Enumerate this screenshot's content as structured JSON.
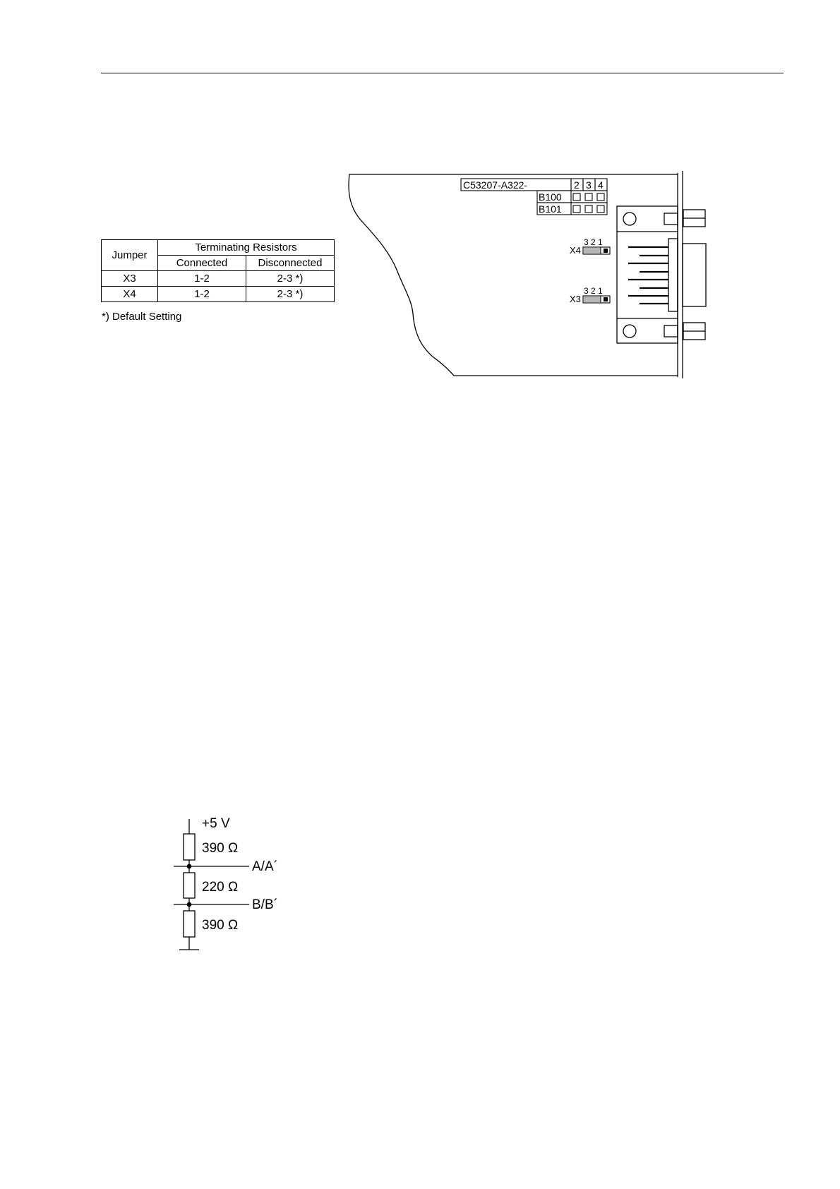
{
  "jumper_table": {
    "header_jumper": "Jumper",
    "header_group": "Terminating Resistors",
    "header_connected": "Connected",
    "header_disconnected": "Disconnected",
    "rows": [
      {
        "jumper": "X3",
        "connected": "1-2",
        "disconnected": "2-3 *)"
      },
      {
        "jumper": "X4",
        "connected": "1-2",
        "disconnected": "2-3 *)"
      }
    ],
    "footnote": "*) Default Setting"
  },
  "board": {
    "part_number": "C53207-A322-",
    "columns": [
      "2",
      "3",
      "4"
    ],
    "variants": [
      "B100",
      "B101"
    ],
    "jumpers": [
      {
        "name": "X4",
        "pins": "3 2 1"
      },
      {
        "name": "X3",
        "pins": "3 2 1"
      }
    ]
  },
  "circuit": {
    "supply": "+5 V",
    "r_top": "390 Ω",
    "node_a": "A/A´",
    "r_mid": "220 Ω",
    "node_b": "B/B´",
    "r_bottom": "390 Ω"
  }
}
